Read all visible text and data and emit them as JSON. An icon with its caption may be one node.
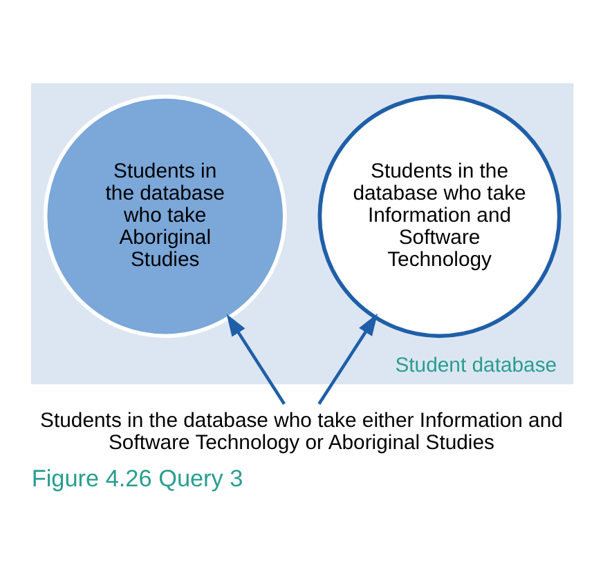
{
  "diagram": {
    "caption": "Figure 4.26 Query 3",
    "nodes": [
      {
        "text": [
          "Student database"
        ]
      },
      {
        "text": [
          "Students in the database who take Information and Software Technology"
        ],
        "in": 0
      },
      {
        "text": [
          "Students in the database who take Aboriginal Studies"
        ],
        "in": 0
      },
      {
        "text": [
          "Students in the database who take either Information and Software Technology or Aboriginal Studies"
        ]
      }
    ],
    "edges": [
      {
        "from": 3,
        "to": 1,
        "arrow": "to"
      },
      {
        "from": 3,
        "to": 2,
        "arrow": "to"
      }
    ]
  }
}
